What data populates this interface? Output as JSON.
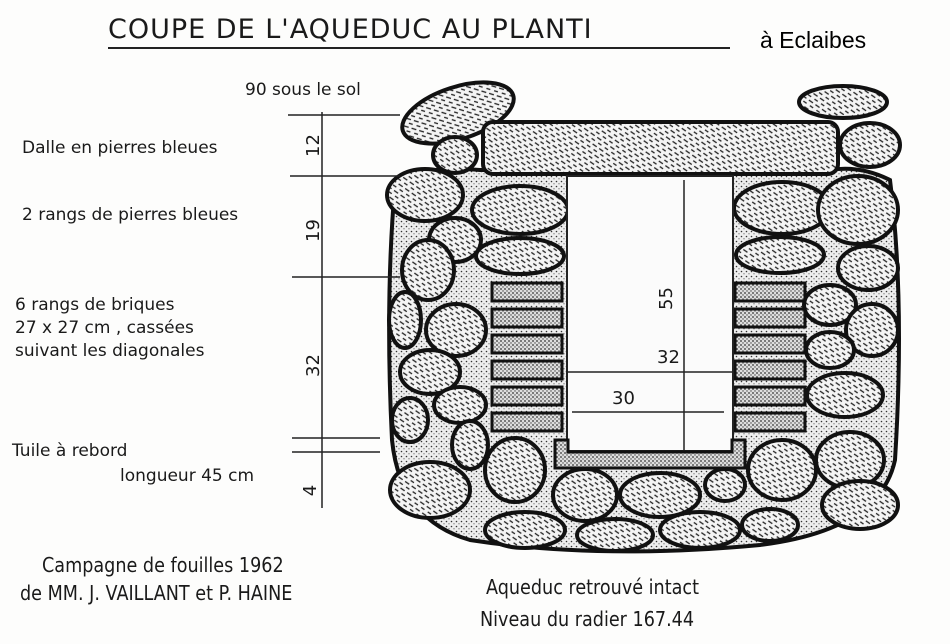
{
  "title": "COUPE DE L'AQUEDUC AU PLANTI",
  "place": "à Eclaibes",
  "depth_note": "90 sous le sol",
  "layers": [
    {
      "label": [
        "Dalle en pierres bleues"
      ],
      "thickness": "12"
    },
    {
      "label": [
        "2 rangs de pierres bleues"
      ],
      "thickness": "19"
    },
    {
      "label": [
        "6 rangs de briques",
        "27 x 27 cm , cassées",
        "suivant les diagonales"
      ],
      "thickness": "32"
    },
    {
      "label": [
        "Tuile à rebord",
        "longueur 45 cm"
      ],
      "thickness": "4"
    }
  ],
  "channel": {
    "height": "55",
    "top_width": "32",
    "bottom_width": "30"
  },
  "footer_left": [
    "Campagne de fouilles 1962",
    "de MM. J. VAILLANT et P. HAINE"
  ],
  "footer_right": [
    "Aqueduc retrouvé intact",
    "Niveau du radier 167.44"
  ]
}
